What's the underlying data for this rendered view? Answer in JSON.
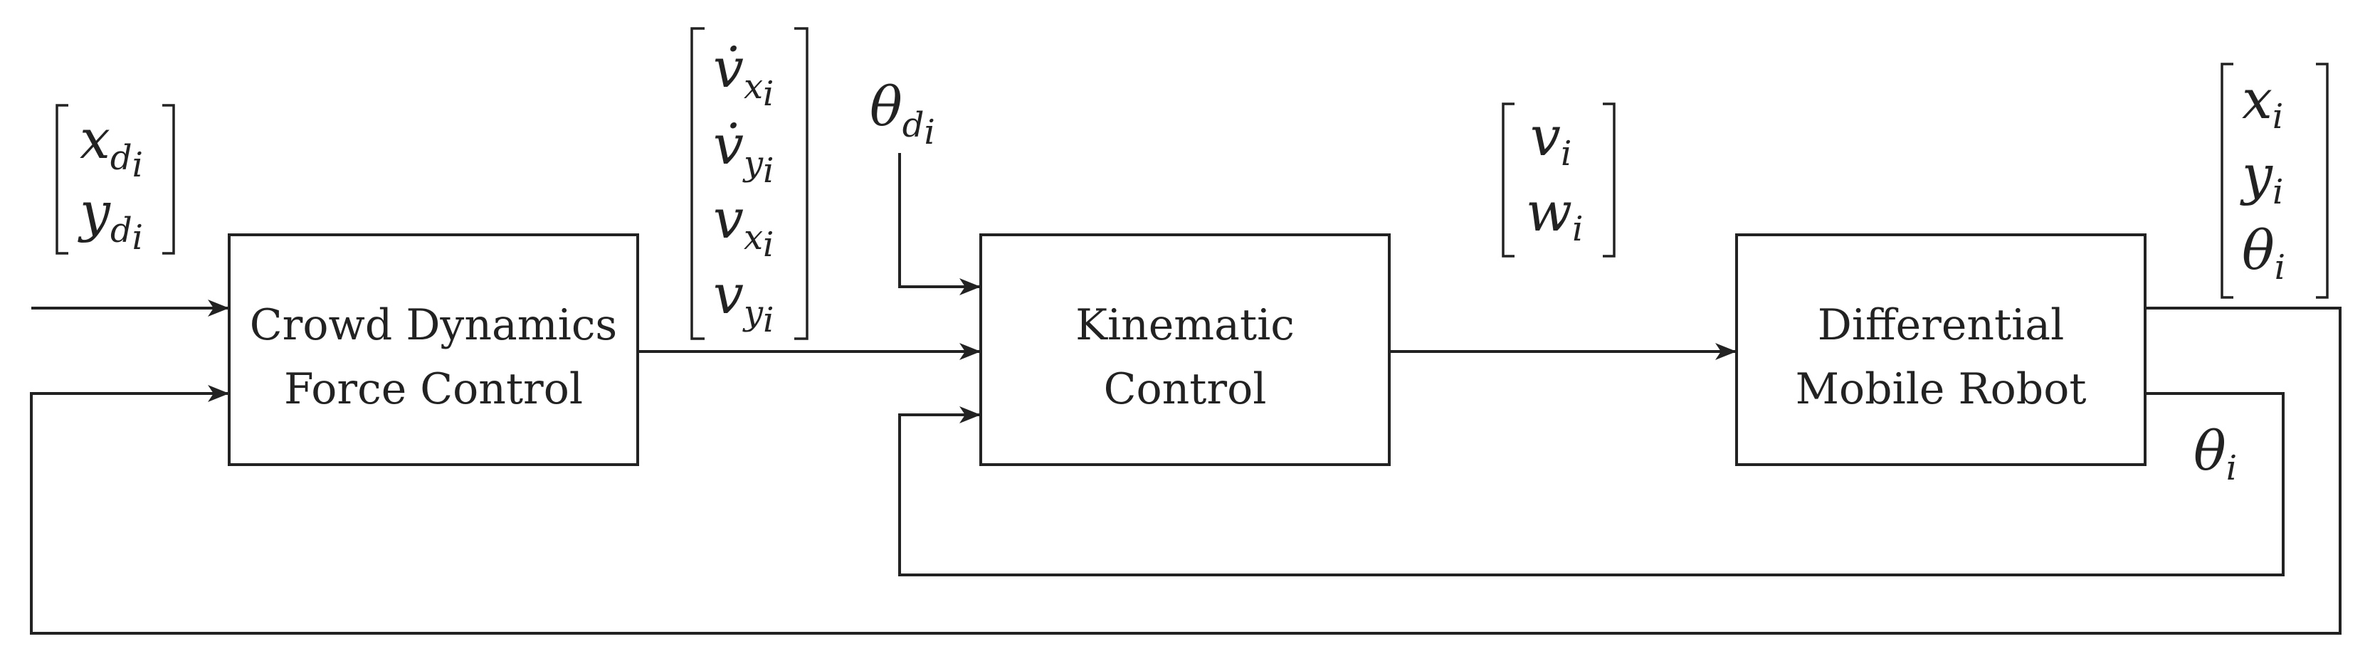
{
  "diagram": {
    "blocks": {
      "crowd_dynamics": {
        "line1": "Crowd Dynamics",
        "line2": "Force Control"
      },
      "kinematic": {
        "line1": "Kinematic",
        "line2": "Control"
      },
      "robot": {
        "line1": "Differential",
        "line2": "Mobile Robot"
      }
    },
    "signals": {
      "desired_position": {
        "row1": [
          "x",
          "d",
          "i"
        ],
        "row2": [
          "y",
          "d",
          "i"
        ]
      },
      "desired_heading": {
        "base": "θ",
        "sub": "d",
        "subsub": "i"
      },
      "velocity_vector": {
        "row1": [
          "v̇",
          "x",
          "i"
        ],
        "row2": [
          "v̇",
          "y",
          "i"
        ],
        "row3": [
          "v",
          "x",
          "i"
        ],
        "row4": [
          "v",
          "y",
          "i"
        ]
      },
      "control_input": {
        "row1": [
          "v",
          "i"
        ],
        "row2": [
          "w",
          "i"
        ]
      },
      "robot_state": {
        "row1": [
          "x",
          "i"
        ],
        "row2": [
          "y",
          "i"
        ],
        "row3": [
          "θ",
          "i"
        ]
      },
      "heading_feedback": {
        "base": "θ",
        "sub": "i"
      }
    },
    "colors": {
      "stroke": "#222222",
      "background": "#ffffff"
    }
  }
}
